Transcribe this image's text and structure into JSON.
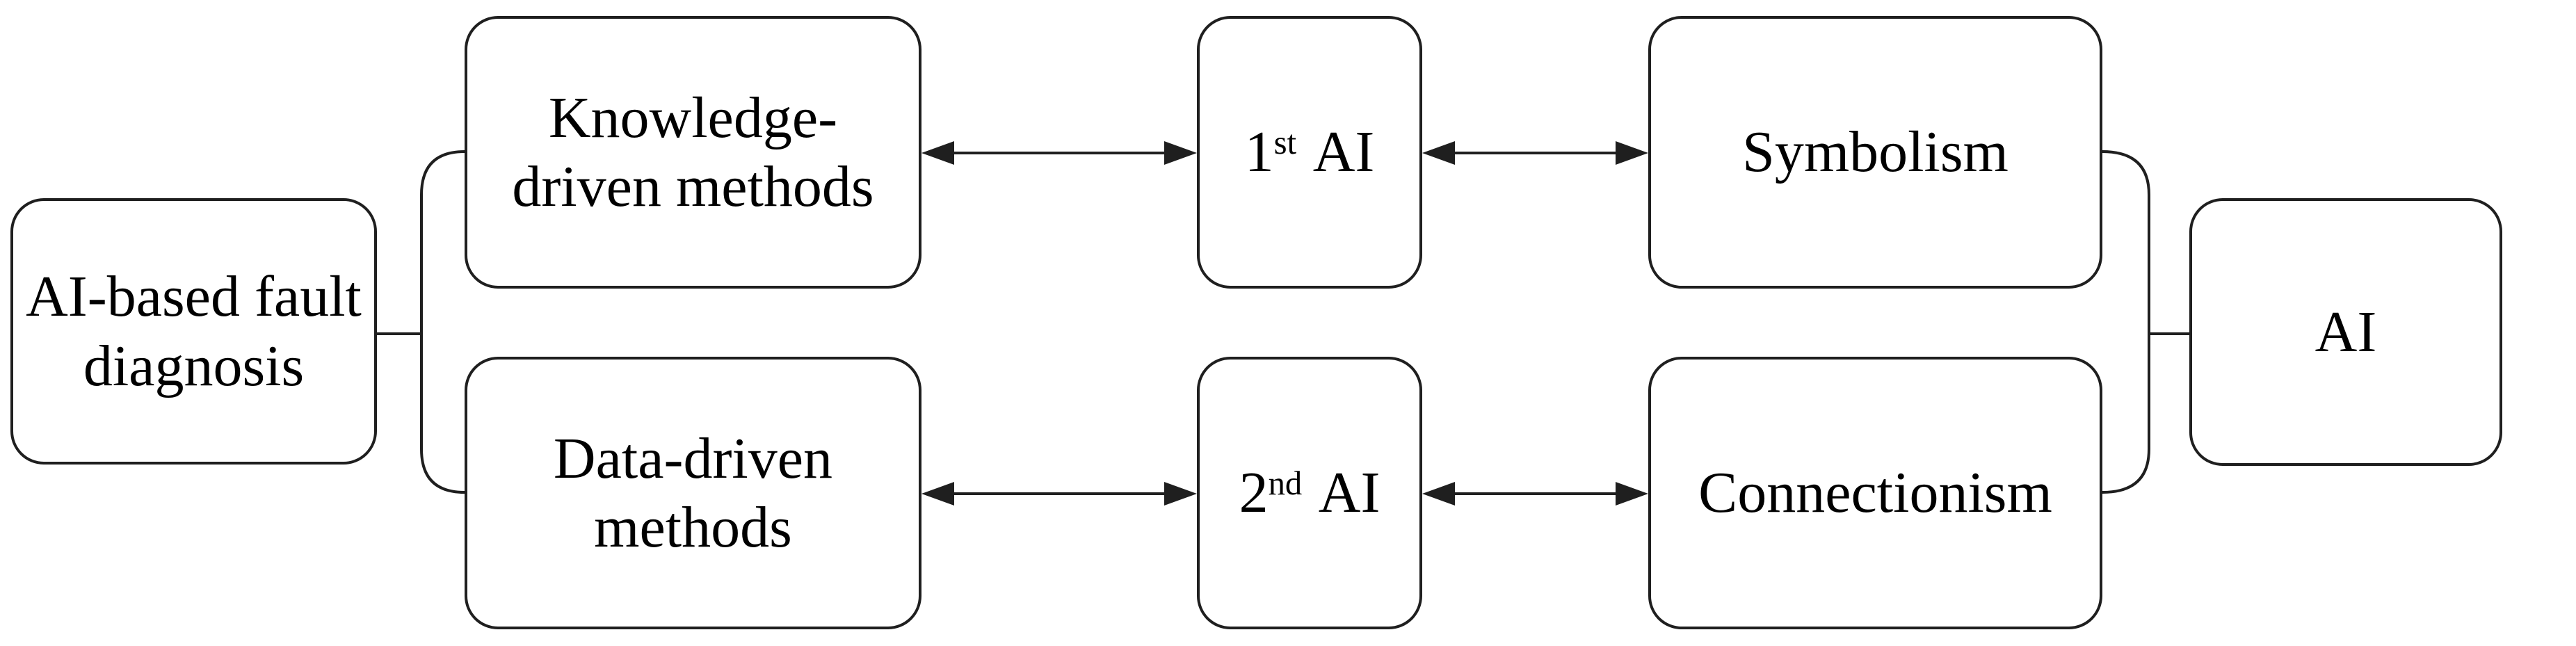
{
  "diagram": {
    "root": {
      "label_line1": "AI-based fault",
      "label_line2": "diagnosis"
    },
    "branches": [
      {
        "method": {
          "line1": "Knowledge-",
          "line2": "driven methods"
        },
        "generation": {
          "num": "1",
          "sup": "st",
          "rest": "AI"
        },
        "paradigm": "Symbolism"
      },
      {
        "method": {
          "line1": "Data-driven",
          "line2": "methods"
        },
        "generation": {
          "num": "2",
          "sup": "nd",
          "rest": "AI"
        },
        "paradigm": "Connectionism"
      }
    ],
    "merge": {
      "label": "AI"
    }
  },
  "theme": {
    "line_color": "#1f1f1f",
    "background": "#ffffff",
    "text_color": "#000000"
  }
}
